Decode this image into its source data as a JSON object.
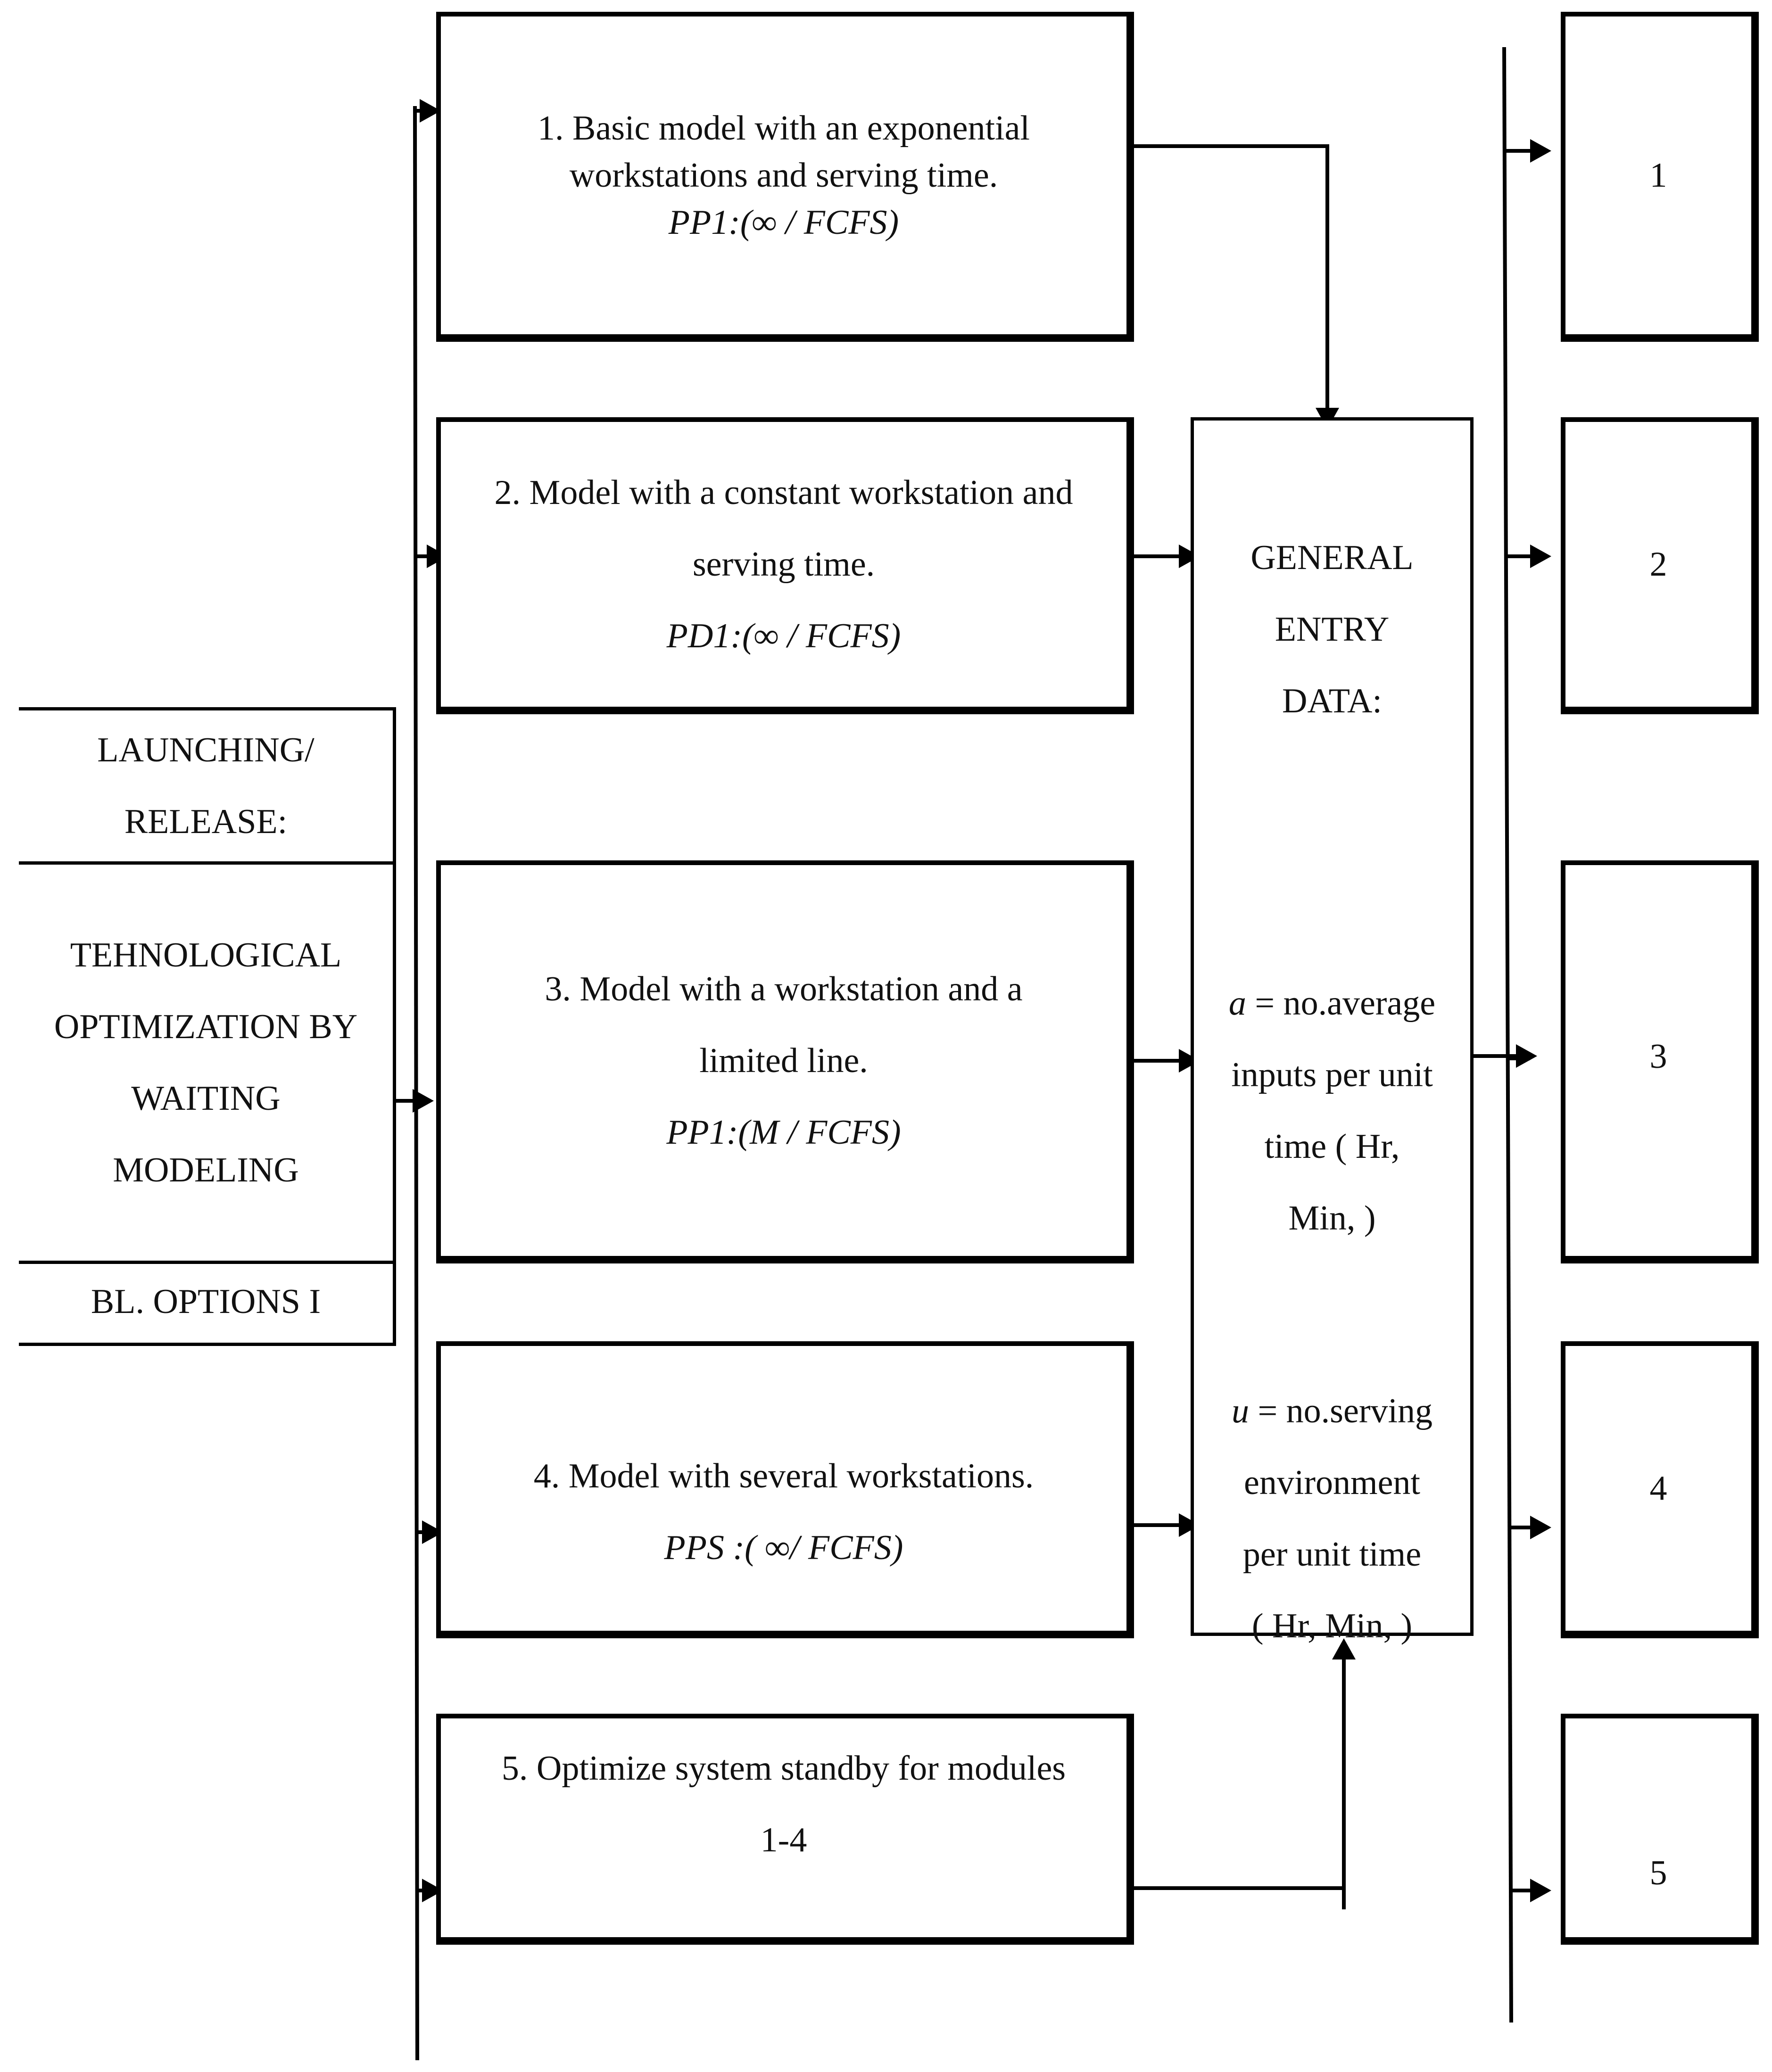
{
  "launch": {
    "header": [
      "LAUNCHING/",
      "RELEASE:"
    ],
    "body": [
      "TEHNOLOGICAL",
      "OPTIMIZATION BY",
      "WAITING",
      "MODELING"
    ],
    "footer": "BL. OPTIONS I"
  },
  "models": [
    {
      "lines": [
        "1. Basic model with an exponential",
        "workstations and serving time."
      ],
      "formula": "PP1:(∞ / FCFS)"
    },
    {
      "lines": [
        "2. Model with a constant workstation and",
        "serving time."
      ],
      "formula": "PD1:(∞ / FCFS)"
    },
    {
      "lines": [
        "3. Model with a workstation and a",
        "limited line."
      ],
      "formula": "PP1:(M / FCFS)"
    },
    {
      "lines": [
        "4. Model with several workstations."
      ],
      "formula": "PPS :( ∞/ FCFS)"
    },
    {
      "lines": [
        "5. Optimize system standby for modules",
        "1-4"
      ],
      "formula": ""
    }
  ],
  "entry": {
    "title": [
      "GENERAL",
      "ENTRY",
      "DATA:"
    ],
    "a_symbol": "a",
    "a_lines": [
      " = no.average",
      "inputs per unit",
      "time ( Hr,",
      "Min, )"
    ],
    "u_symbol": "u",
    "u_lines": [
      " = no.serving",
      "environment",
      "per unit time",
      "( Hr, Min, )"
    ]
  },
  "outputs": [
    "1",
    "2",
    "3",
    "4",
    "5"
  ]
}
